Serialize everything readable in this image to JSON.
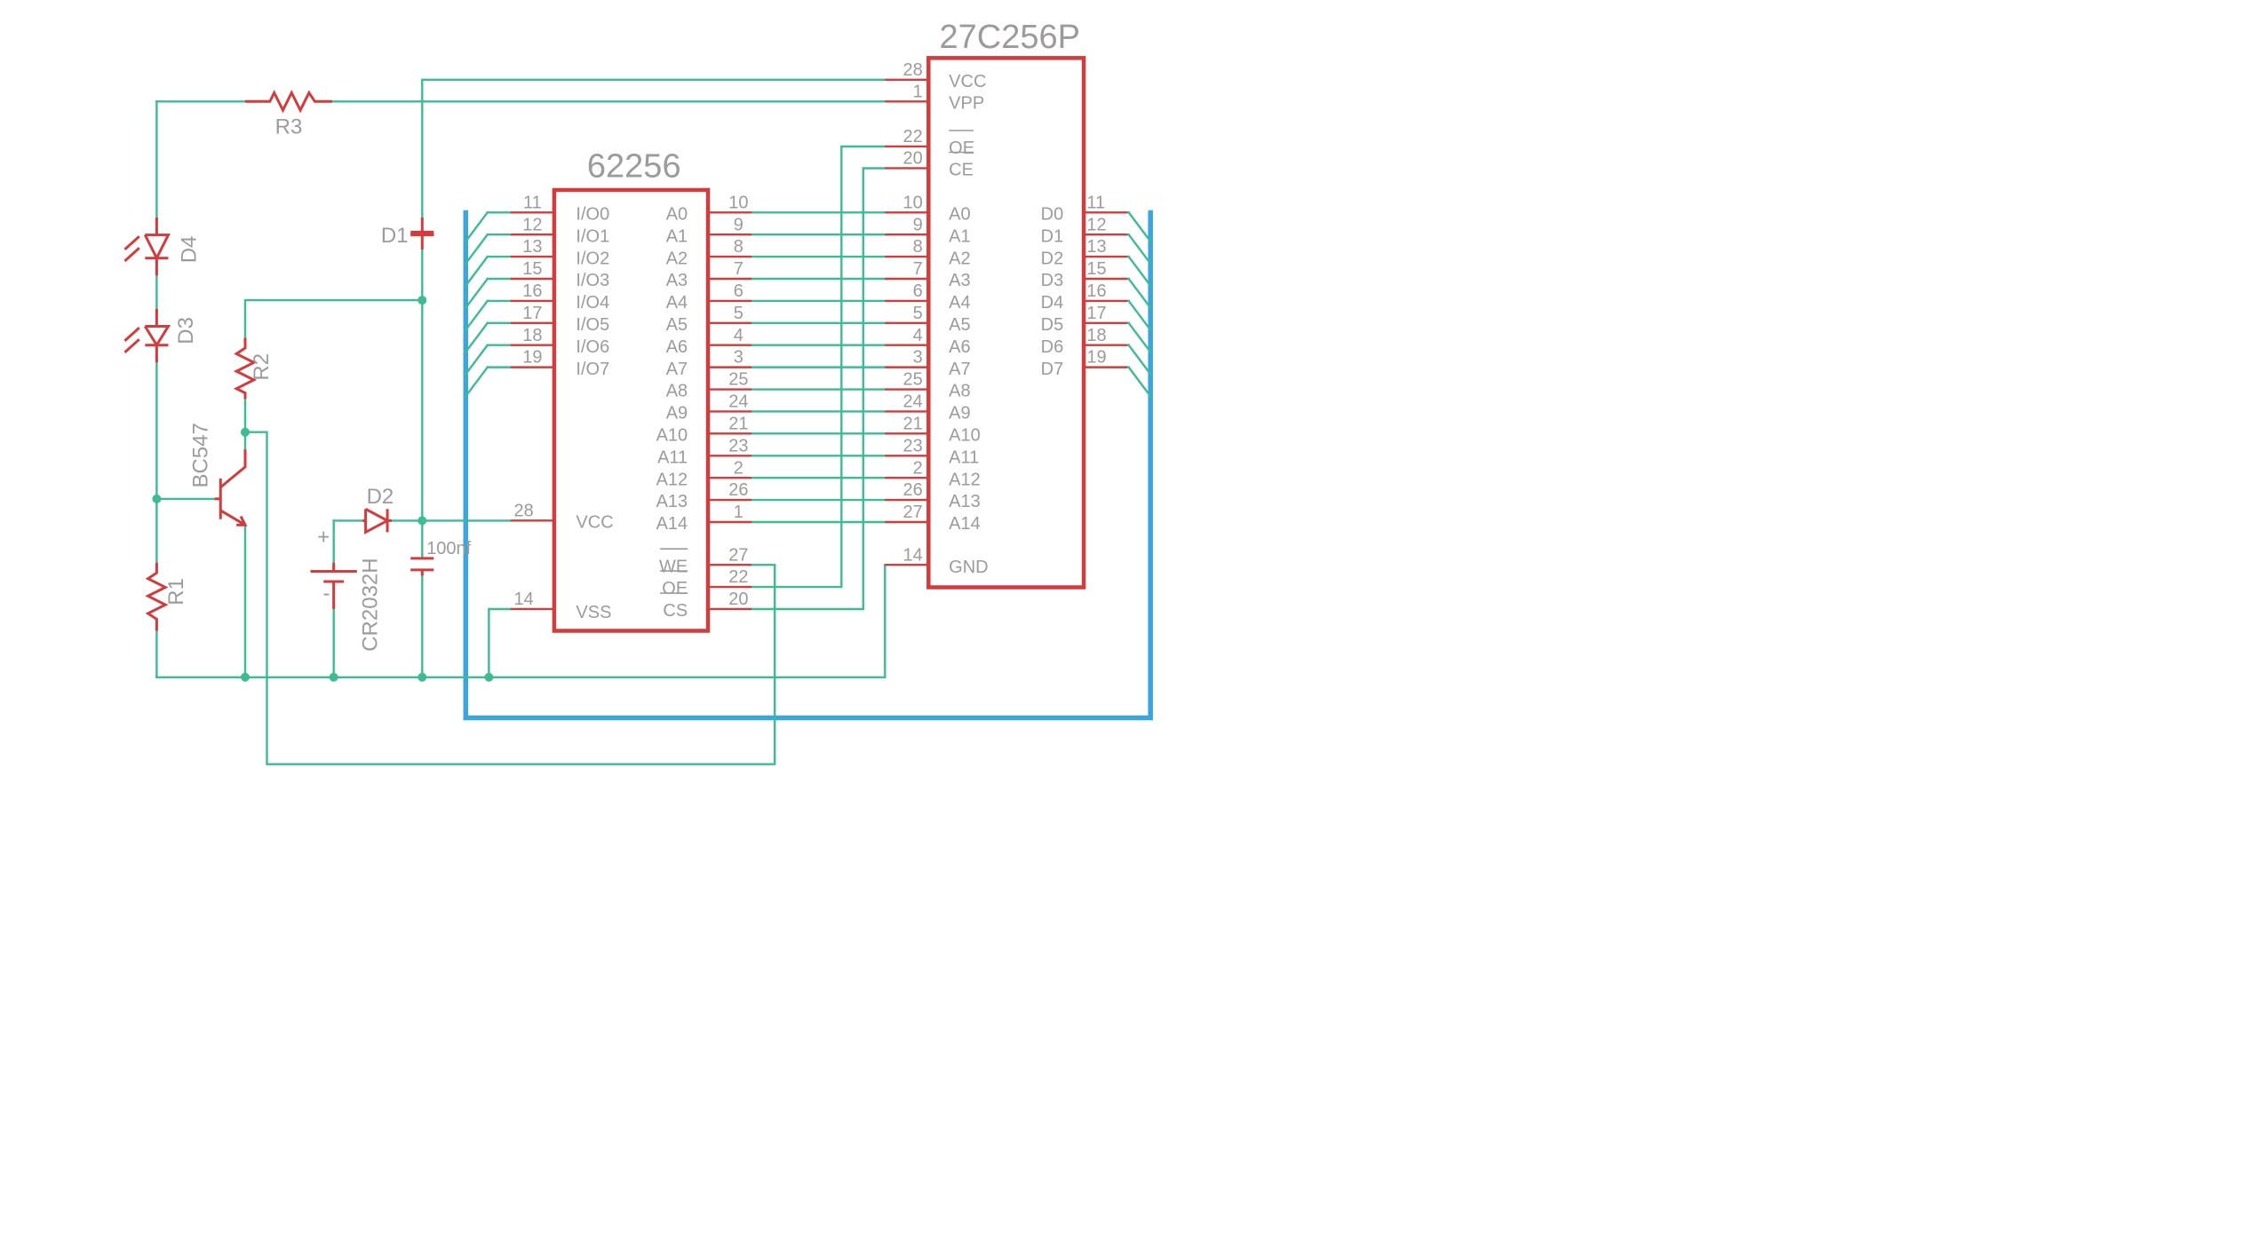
{
  "chips": {
    "ram": {
      "name": "62256",
      "left_pins": [
        {
          "num": "11",
          "label": "I/O0"
        },
        {
          "num": "12",
          "label": "I/O1"
        },
        {
          "num": "13",
          "label": "I/O2"
        },
        {
          "num": "15",
          "label": "I/O3"
        },
        {
          "num": "16",
          "label": "I/O4"
        },
        {
          "num": "17",
          "label": "I/O5"
        },
        {
          "num": "18",
          "label": "I/O6"
        },
        {
          "num": "19",
          "label": "I/O7"
        }
      ],
      "vcc_pin": {
        "num": "28",
        "label": "VCC"
      },
      "vss_pin": {
        "num": "14",
        "label": "VSS"
      },
      "right_pins": [
        {
          "num": "10",
          "label": "A0"
        },
        {
          "num": "9",
          "label": "A1"
        },
        {
          "num": "8",
          "label": "A2"
        },
        {
          "num": "7",
          "label": "A3"
        },
        {
          "num": "6",
          "label": "A4"
        },
        {
          "num": "5",
          "label": "A5"
        },
        {
          "num": "4",
          "label": "A6"
        },
        {
          "num": "3",
          "label": "A7"
        },
        {
          "num": "25",
          "label": "A8"
        },
        {
          "num": "24",
          "label": "A9"
        },
        {
          "num": "21",
          "label": "A10"
        },
        {
          "num": "23",
          "label": "A11"
        },
        {
          "num": "2",
          "label": "A12"
        },
        {
          "num": "26",
          "label": "A13"
        },
        {
          "num": "1",
          "label": "A14"
        }
      ],
      "control_pins": [
        {
          "num": "27",
          "label": "WE"
        },
        {
          "num": "22",
          "label": "OE"
        },
        {
          "num": "20",
          "label": "CS"
        }
      ]
    },
    "eprom": {
      "name": "27C256P",
      "top_pins": [
        {
          "num": "28",
          "label": "VCC"
        },
        {
          "num": "1",
          "label": "VPP"
        }
      ],
      "control_pins": [
        {
          "num": "22",
          "label": "OE"
        },
        {
          "num": "20",
          "label": "CE"
        }
      ],
      "addr_pins": [
        {
          "num": "10",
          "label": "A0"
        },
        {
          "num": "9",
          "label": "A1"
        },
        {
          "num": "8",
          "label": "A2"
        },
        {
          "num": "7",
          "label": "A3"
        },
        {
          "num": "6",
          "label": "A4"
        },
        {
          "num": "5",
          "label": "A5"
        },
        {
          "num": "4",
          "label": "A6"
        },
        {
          "num": "3",
          "label": "A7"
        },
        {
          "num": "25",
          "label": "A8"
        },
        {
          "num": "24",
          "label": "A9"
        },
        {
          "num": "21",
          "label": "A10"
        },
        {
          "num": "23",
          "label": "A11"
        },
        {
          "num": "2",
          "label": "A12"
        },
        {
          "num": "26",
          "label": "A13"
        },
        {
          "num": "27",
          "label": "A14"
        }
      ],
      "gnd_pin": {
        "num": "14",
        "label": "GND"
      },
      "data_pins": [
        {
          "num": "11",
          "label": "D0"
        },
        {
          "num": "12",
          "label": "D1"
        },
        {
          "num": "13",
          "label": "D2"
        },
        {
          "num": "15",
          "label": "D3"
        },
        {
          "num": "16",
          "label": "D4"
        },
        {
          "num": "17",
          "label": "D5"
        },
        {
          "num": "18",
          "label": "D6"
        },
        {
          "num": "19",
          "label": "D7"
        }
      ]
    }
  },
  "components": {
    "r3": "R3",
    "r2": "R2",
    "r1": "R1",
    "d4": "D4",
    "d3": "D3",
    "d1": "D1",
    "d2": "D2",
    "transistor": "BC547",
    "battery": "CR2032H",
    "battery_plus": "+",
    "battery_minus": "-",
    "capacitor": "100nf"
  },
  "colors": {
    "wire": "#3dbb92",
    "bus": "#3aa6dd",
    "part": "#d23c3c",
    "text": "#9b9b9b"
  }
}
